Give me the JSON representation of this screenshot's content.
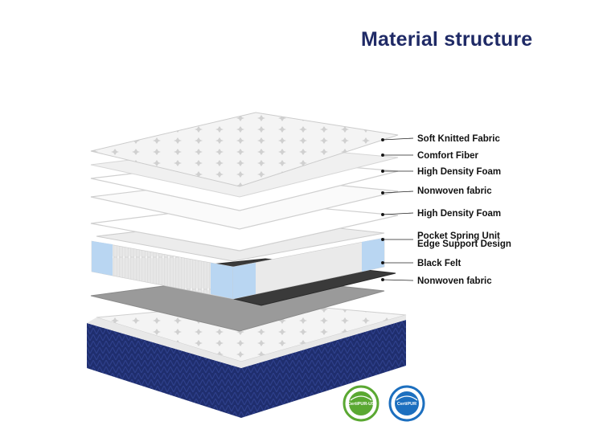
{
  "title": "Material structure",
  "layers": [
    {
      "label": "Soft Knitted Fabric"
    },
    {
      "label": "Comfort Fiber"
    },
    {
      "label": "High Density Foam"
    },
    {
      "label": "Nonwoven fabric"
    },
    {
      "label": "High Density Foam"
    },
    {
      "label": "Pocket Spring Unit",
      "label2": "Edge Support Design"
    },
    {
      "label": "Black Felt"
    },
    {
      "label": "Nonwoven fabric"
    }
  ],
  "certifications": [
    {
      "name": "certipur-us-icon",
      "text": "CertiPUR-US",
      "color": "#5aa832"
    },
    {
      "name": "certipur-icon",
      "text": "CertiPUR",
      "color": "#1c6fbf"
    }
  ],
  "colors": {
    "title": "#1f2a66",
    "navy_border": "#1f2e6e",
    "spring_blue": "#b9d6f2",
    "felt": "#3a3a3a"
  }
}
